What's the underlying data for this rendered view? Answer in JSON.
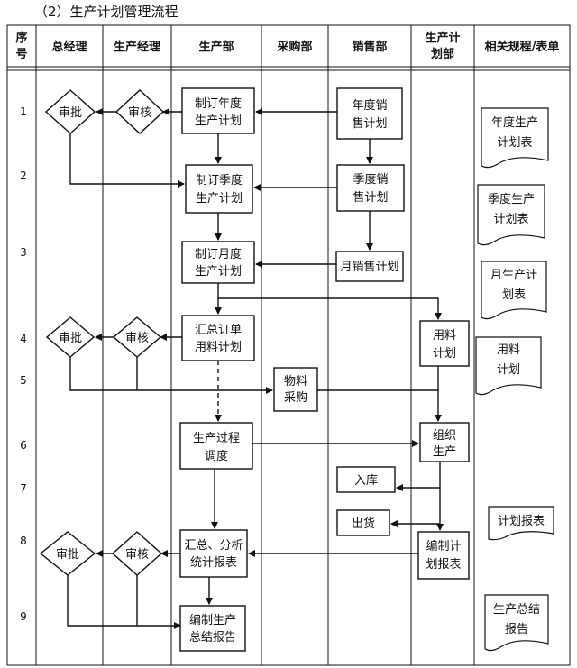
{
  "title": "（2）生产计划管理流程",
  "columns": [
    "序号",
    "总经理",
    "生产经理",
    "生产部",
    "采购部",
    "销售部",
    "生产计划部",
    "相关规程/表单"
  ],
  "column_lines": [
    [
      "序",
      "号"
    ],
    [
      "总经理"
    ],
    [
      "生产经理"
    ],
    [
      "生产部"
    ],
    [
      "采购部"
    ],
    [
      "销售部"
    ],
    [
      "生产计",
      "划部"
    ],
    [
      "相关规程/表单"
    ]
  ],
  "rows": [
    "1",
    "2",
    "3",
    "4",
    "5",
    "6",
    "7",
    "8",
    "9"
  ],
  "nodes": {
    "review_1": "审核",
    "approve_1": "审批",
    "annual_plan": [
      "制订年度",
      "生产计划"
    ],
    "annual_sales": [
      "年度销",
      "售计划"
    ],
    "quarter_plan": [
      "制订季度",
      "生产计划"
    ],
    "quarter_sales": [
      "季度销",
      "售计划"
    ],
    "month_plan": [
      "制订月度",
      "生产计划"
    ],
    "month_sales": [
      "月销售计划"
    ],
    "summary_order": [
      "汇总订单",
      "用料计划"
    ],
    "material_plan": [
      "用料",
      "计划"
    ],
    "review_4": "审核",
    "approve_4": "审批",
    "procurement": [
      "物料",
      "采购"
    ],
    "schedule": [
      "生产过程",
      "调度"
    ],
    "organize": [
      "组织",
      "生产"
    ],
    "warehouse": [
      "入库"
    ],
    "shipping": [
      "出货"
    ],
    "summary_report": [
      "汇总、分析",
      "统计报表"
    ],
    "plan_report": [
      "编制计",
      "划报表"
    ],
    "review_8": "审核",
    "approve_8": "审批",
    "final_report": [
      "编制生产",
      "总结报告"
    ]
  },
  "forms": {
    "f1": [
      "年度生产",
      "计划表"
    ],
    "f2": [
      "季度生产",
      "计划表"
    ],
    "f3": [
      "月生产计",
      "划表"
    ],
    "f4": [
      "用料",
      "计划"
    ],
    "f8": [
      "计划报表"
    ],
    "f9": [
      "生产总结",
      "报告"
    ]
  }
}
